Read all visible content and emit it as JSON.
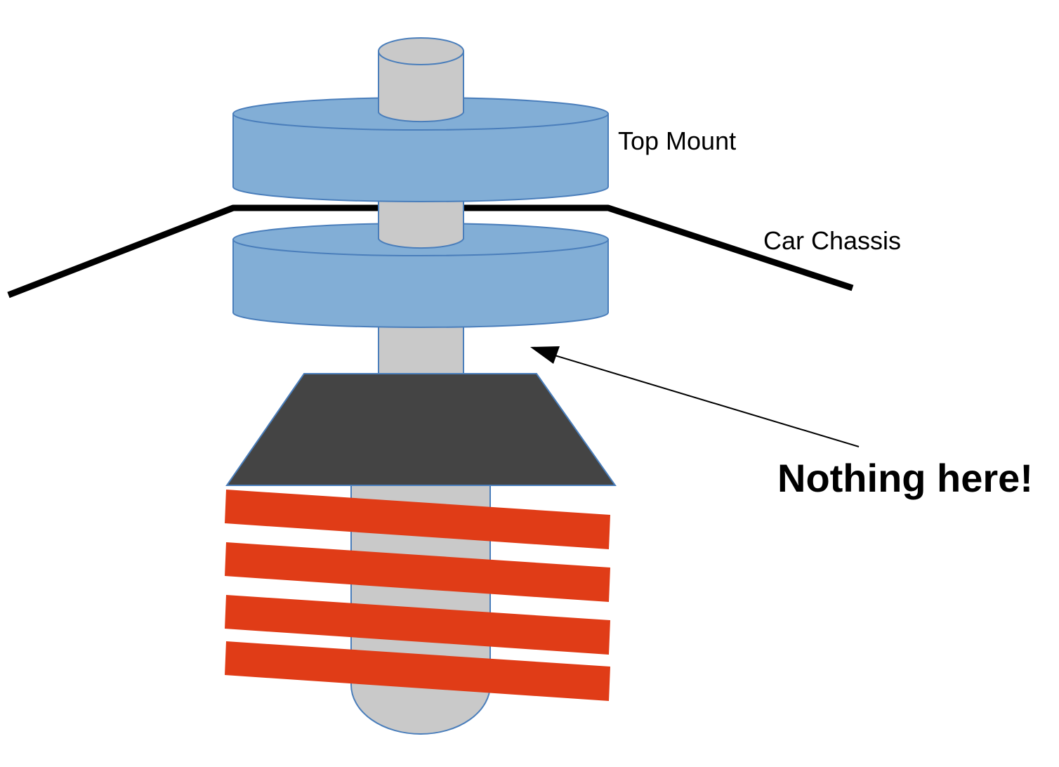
{
  "diagram": {
    "title": "Suspension strut top mount assembly",
    "labels": {
      "top_mount": "Top Mount",
      "car_chassis": "Car Chassis",
      "callout": "Nothing here!"
    },
    "components": [
      {
        "id": "shaft-top",
        "kind": "cylinder",
        "role": "strut shaft (top)"
      },
      {
        "id": "top-mount-upper",
        "kind": "cylinder",
        "role": "top mount upper bushing"
      },
      {
        "id": "chassis",
        "kind": "polyline",
        "role": "car chassis"
      },
      {
        "id": "top-mount-lower",
        "kind": "cylinder",
        "role": "top mount lower bushing"
      },
      {
        "id": "spring-perch",
        "kind": "trapezoid",
        "role": "upper spring seat"
      },
      {
        "id": "damper-body",
        "kind": "rounded-tube",
        "role": "damper body"
      },
      {
        "id": "coil-spring",
        "kind": "coil-bars",
        "role": "coil spring",
        "count": 4
      }
    ],
    "colors": {
      "mount_fill": "#82AED6",
      "mount_stroke": "#4A7EBB",
      "shaft_fill": "#C9C9C9",
      "perch_fill": "#444444",
      "spring_fill": "#E03C17",
      "chassis_stroke": "#000000",
      "arrow_stroke": "#000000"
    }
  }
}
